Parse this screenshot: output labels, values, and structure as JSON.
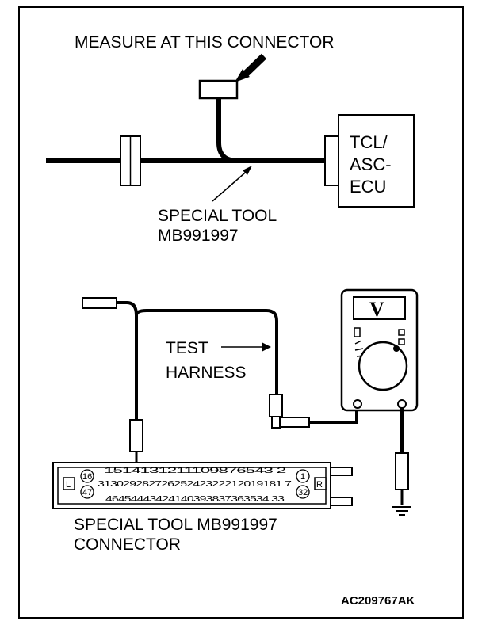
{
  "labels": {
    "measure": "MEASURE AT THIS CONNECTOR",
    "ecu": [
      "TCL/",
      "ASC-",
      "ECU"
    ],
    "special_tool": [
      "SPECIAL TOOL",
      "MB991997"
    ],
    "test_harness": [
      "TEST",
      "HARNESS"
    ],
    "connector_caption": [
      "SPECIAL TOOL MB991997",
      "CONNECTOR"
    ],
    "figure_code": "AC209767AK",
    "meter_symbol": "V"
  },
  "connector": {
    "left_side": "L",
    "right_side": "R",
    "left_pins": [
      "16",
      "47"
    ],
    "right_pins": [
      "1",
      "32"
    ],
    "row_top": "1514131211109876543 2",
    "row_mid": "31302928272625242322212019181 7",
    "row_bot": "46454443424140393837363534 33"
  }
}
